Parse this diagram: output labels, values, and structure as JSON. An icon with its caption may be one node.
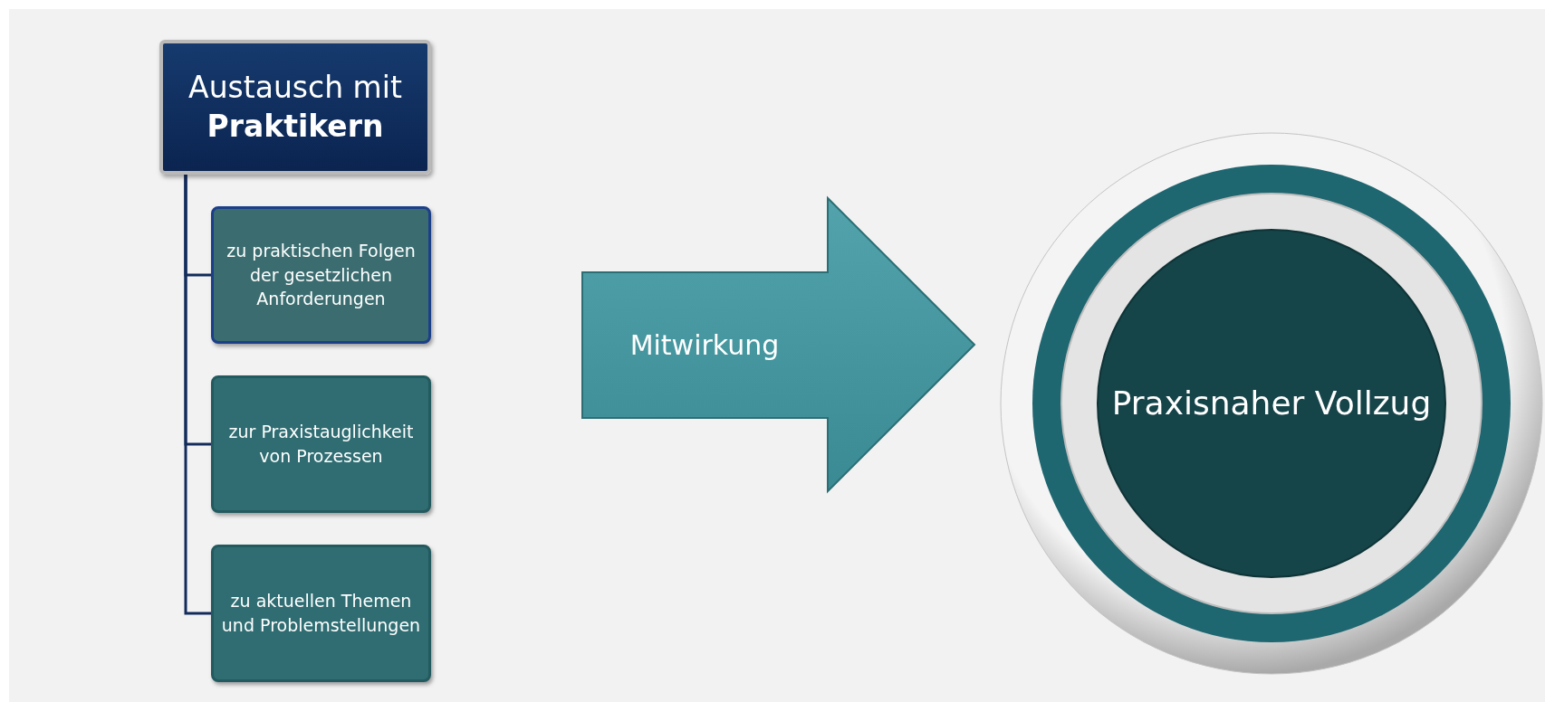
{
  "diagram": {
    "nodes": [
      {
        "text": [
          "Austausch mit **Praktikern**"
        ]
      },
      {
        "text": [
          "zu praktischen Folgen der gesetzlichen Anforderungen"
        ]
      },
      {
        "text": [
          "zur Praxistauglichkeit von Prozessen"
        ]
      },
      {
        "text": [
          "zu aktuellen Themen und Problemstellungen"
        ]
      },
      {
        "text": [
          "Mitwirkung"
        ]
      },
      {
        "text": [
          "Praxisnaher Vollzug"
        ]
      }
    ],
    "edges": [
      {
        "from": 0,
        "to": 1,
        "arrow": "none"
      },
      {
        "from": 0,
        "to": 2,
        "arrow": "none"
      },
      {
        "from": 0,
        "to": 3,
        "arrow": "none"
      }
    ]
  }
}
